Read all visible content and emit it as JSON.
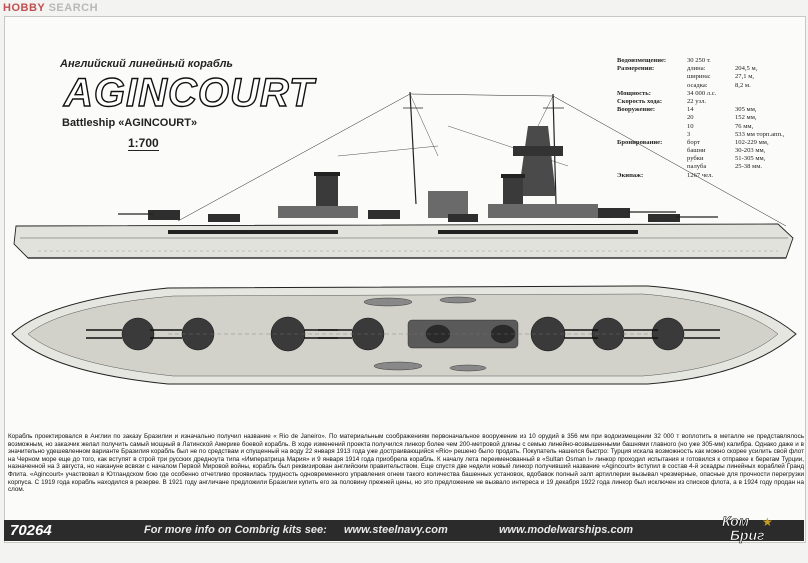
{
  "watermark": {
    "brand": "HOBBY",
    "suffix": " SEARCH"
  },
  "header": {
    "subtitle": "Английский линейный корабль",
    "title": "AGINCOURT",
    "english_title": "Battleship «AGINCOURT»",
    "scale": "1:700"
  },
  "specs": [
    {
      "label": "Водоизмещение:",
      "sub": "",
      "value": "30 250 т."
    },
    {
      "label": "Размерения:",
      "sub": "длина:",
      "value": "204,5 м,"
    },
    {
      "label": "",
      "sub": "ширина:",
      "value": "27,1 м,"
    },
    {
      "label": "",
      "sub": "осадка:",
      "value": "8,2 м."
    },
    {
      "label": "Мощность:",
      "sub": "",
      "value": "34 000 л.с."
    },
    {
      "label": "Скорость хода:",
      "sub": "",
      "value": "22 узл."
    },
    {
      "label": "Вооружение:",
      "sub": "14",
      "value": "305 мм,"
    },
    {
      "label": "",
      "sub": "20",
      "value": "152 мм,"
    },
    {
      "label": "",
      "sub": "10",
      "value": "76 мм,"
    },
    {
      "label": "",
      "sub": "3",
      "value": "533 мм торп.апп.,"
    },
    {
      "label": "Бронирование:",
      "sub": "борт",
      "value": "102-229 мм,"
    },
    {
      "label": "",
      "sub": "башни",
      "value": "30-203 мм,"
    },
    {
      "label": "",
      "sub": "рубки",
      "value": "51-305 мм,"
    },
    {
      "label": "",
      "sub": "палуба",
      "value": "25-38 мм."
    },
    {
      "label": "Экипаж:",
      "sub": "",
      "value": "1267 чел."
    }
  ],
  "description": "Корабль проектировался в Англии по заказу Бразилии и изначально получил название « Rio de Janeiro». По материальным соображениям первоначальное вооружение из 10 орудий в 356 мм при водоизмещении 32 000 т воплотить в металле не представлялось возможным, но заказчик желал получить самый мощный в Латинской Америке боевой корабль. В ходе изменений проекта получился линкор более чем 200-метровой длины с семью линейно-возвышенными башнями главного (но уже 305-мм) калибра. Однако даже и в значительно удешевленном варианте Бразилия корабль был не по средствам и спущенный на воду 22 января 1913 года уже достраивающийся «Rio» решено было продать. Покупатель нашелся быстро: Турция искала возможность как можно скорее усилить свой флот на Черном море еще до того, как вступят в строй три русских дредноута типа «Императрица Мария» и 9 января 1914 года приобрела корабль. К началу лета переименованный в «Sultan Osman I» линкор проходил испытания и готовился к отправке к берегам Турции, назначенной на 3 августа, но накануне всвязи с началом Первой Мировой войны, корабль был реквизирован английским правительством. Еще спустя две недели новый линкор получивший название «Agincourt» вступил в состав 4-й эскадры линейных кораблей Гранд Флита. «Agincourt» участвовал в Ютландском бою где особенно отчетливо проявилась трудность одновременного управления огнем такого количества башенных установок, вдобавок полный залп артиллерии вызывал чрезмерные, опасные для прочности перегрузки корпуса. С 1919 года корабль находился в резерве. В 1921 году англичане предложили Бразилии купить его за половину прежней цены, но это предложение не вызвало интереса и 19 декабря 1922 года линкор был исключен из списков флота, а в 1924 году продан на слом.",
  "footer": {
    "kit_number": "70264",
    "info": "For more info on Combrig kits see:",
    "link1": "www.steelnavy.com",
    "link2": "www.modelwarships.com"
  },
  "logo": {
    "line1": "Ком",
    "line2": "Бриг"
  }
}
